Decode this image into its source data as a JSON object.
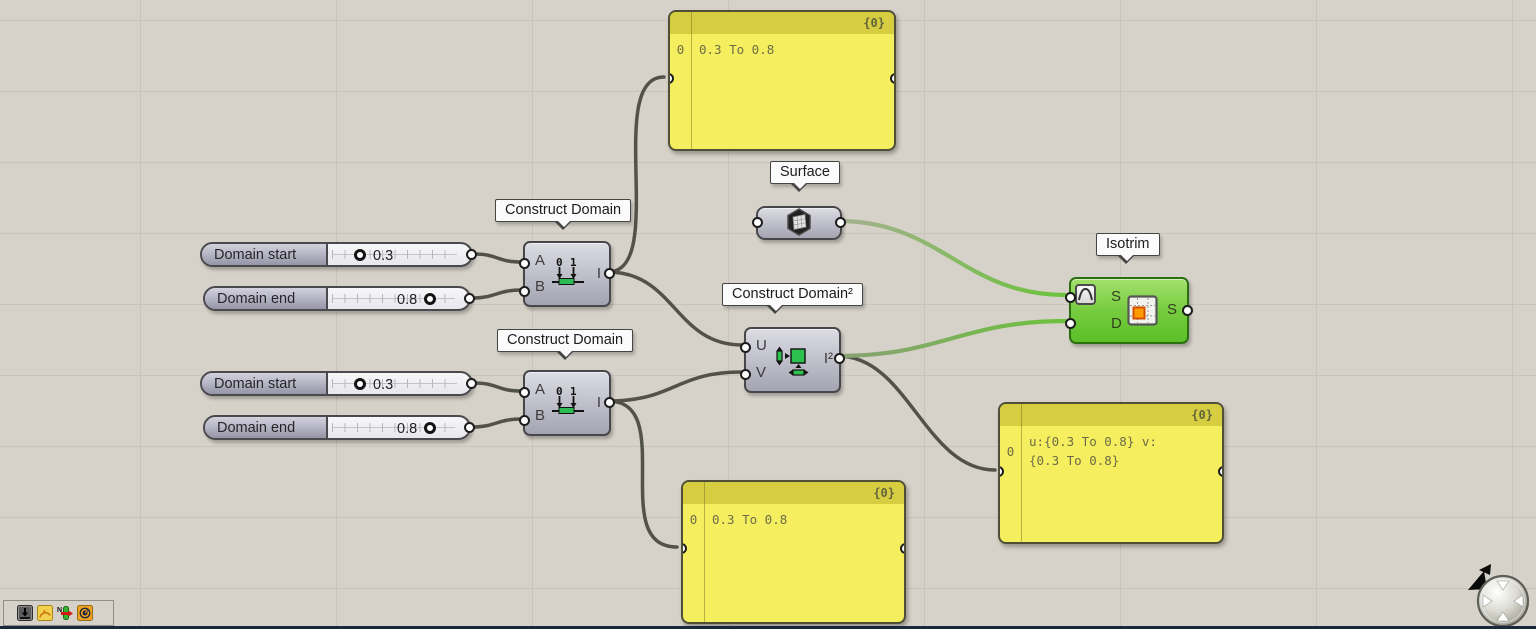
{
  "canvas": {
    "background": "#d6d2c9",
    "grid_color": "#c8c4bb",
    "wire_color": "#52524b",
    "selected_wire_color": "#6cc23c",
    "selected_component_color": "#5ec228",
    "panel_color": "#f5ee5e"
  },
  "sliders": [
    {
      "label": "Domain start",
      "value": "0.3"
    },
    {
      "label": "Domain end",
      "value": "0.8"
    },
    {
      "label": "Domain start",
      "value": "0.3"
    },
    {
      "label": "Domain end",
      "value": "0.8"
    }
  ],
  "components": {
    "construct_domain_1": {
      "name": "Construct Domain",
      "inputs": [
        "A",
        "B"
      ],
      "outputs": [
        "I"
      ]
    },
    "construct_domain_2": {
      "name": "Construct Domain",
      "inputs": [
        "A",
        "B"
      ],
      "outputs": [
        "I"
      ]
    },
    "construct_domain_sq": {
      "name": "Construct Domain²",
      "inputs": [
        "U",
        "V"
      ],
      "outputs": [
        "I²"
      ]
    },
    "surface": {
      "name": "Surface"
    },
    "isotrim": {
      "name": "Isotrim",
      "inputs": [
        "S",
        "D"
      ],
      "outputs": [
        "S"
      ]
    }
  },
  "panels": [
    {
      "header": "{0}",
      "index": "0",
      "text": "0.3 To 0.8"
    },
    {
      "header": "{0}",
      "index": "0",
      "text": "u:{0.3 To 0.8} v:\n{0.3 To 0.8}"
    },
    {
      "header": "{0}",
      "index": "0",
      "text": "0.3 To 0.8"
    }
  ],
  "widgets": {
    "dock_icons": [
      "export-widget-icon",
      "sketch-widget-icon",
      "align-widget-icon",
      "solver-widget-icon"
    ],
    "nav_ball": "canvas-navigation-sphere"
  }
}
